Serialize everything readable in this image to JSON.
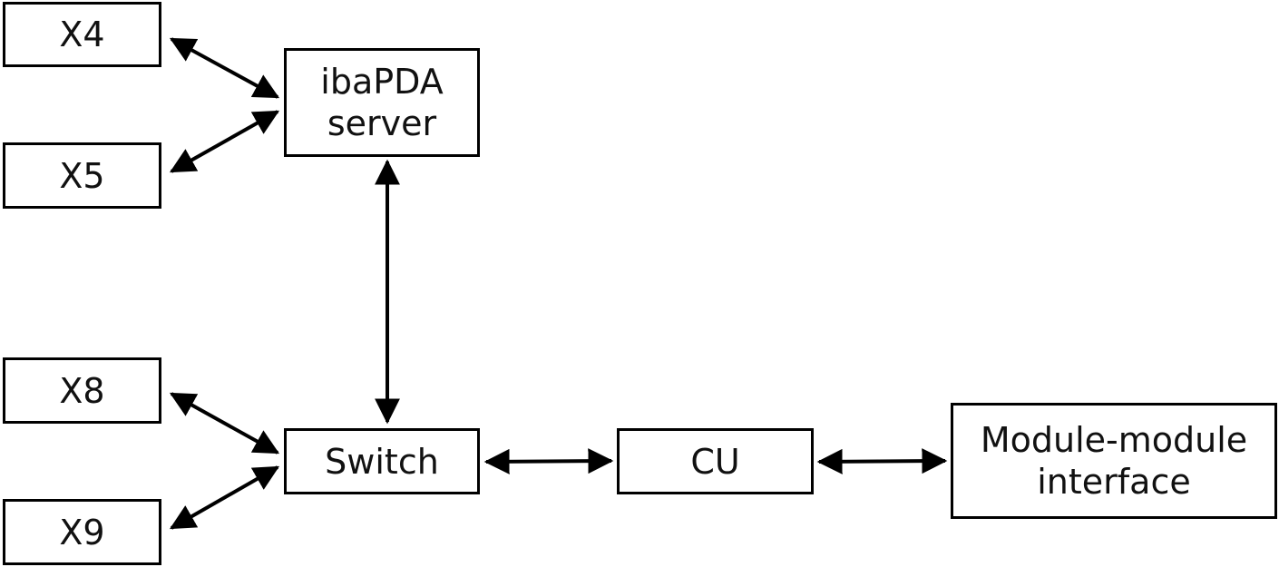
{
  "nodes": {
    "x4": {
      "label": "X4"
    },
    "x5": {
      "label": "X5"
    },
    "x8": {
      "label": "X8"
    },
    "x9": {
      "label": "X9"
    },
    "server": {
      "line1": "ibaPDA",
      "line2": "server"
    },
    "switch": {
      "label": "Switch"
    },
    "cu": {
      "label": "CU"
    },
    "module_interface": {
      "line1": "Module-module",
      "line2": "interface"
    }
  },
  "edges": [
    {
      "from": "X4",
      "to": "ibaPDA server",
      "bidirectional": true
    },
    {
      "from": "X5",
      "to": "ibaPDA server",
      "bidirectional": true
    },
    {
      "from": "ibaPDA server",
      "to": "Switch",
      "bidirectional": true
    },
    {
      "from": "X8",
      "to": "Switch",
      "bidirectional": true
    },
    {
      "from": "X9",
      "to": "Switch",
      "bidirectional": true
    },
    {
      "from": "Switch",
      "to": "CU",
      "bidirectional": true
    },
    {
      "from": "CU",
      "to": "Module-module interface",
      "bidirectional": true
    }
  ],
  "colors": {
    "stroke": "#000000",
    "background": "#ffffff"
  }
}
